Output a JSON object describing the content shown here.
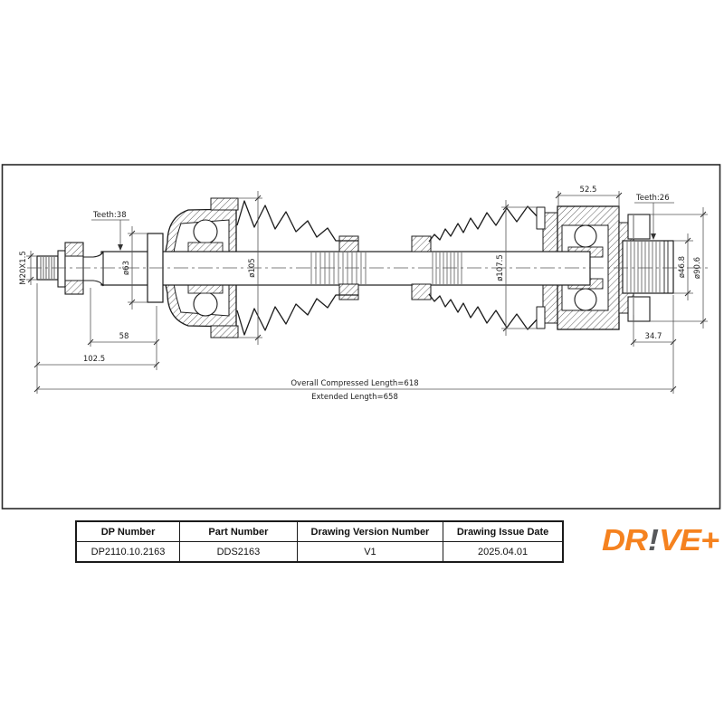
{
  "drawing": {
    "labels": {
      "thread": "M20X1.5",
      "teeth_left": "Teeth:38",
      "dia_shaft_left": "ø63",
      "dia_boot_left": "ø105",
      "dia_boot_right": "ø107.5",
      "housing_width": "52.5",
      "teeth_right": "Teeth:26",
      "dia_stub_right": "ø46.8",
      "dia_flange_right": "ø90.6",
      "len_left_inner": "58",
      "len_left_outer": "102.5",
      "len_right": "34.7",
      "compressed_length": "Overall Compressed Length=618",
      "extended_length": "Extended Length=658"
    }
  },
  "table": {
    "headers": [
      "DP Number",
      "Part Number",
      "Drawing Version Number",
      "Drawing Issue Date"
    ],
    "values": [
      "DP2110.10.2163",
      "DDS2163",
      "V1",
      "2025.04.01"
    ]
  },
  "logo": {
    "part1": "DR",
    "excl": "!",
    "part2": "VE+",
    "orange": "#F5821F",
    "gray": "#58595B"
  }
}
